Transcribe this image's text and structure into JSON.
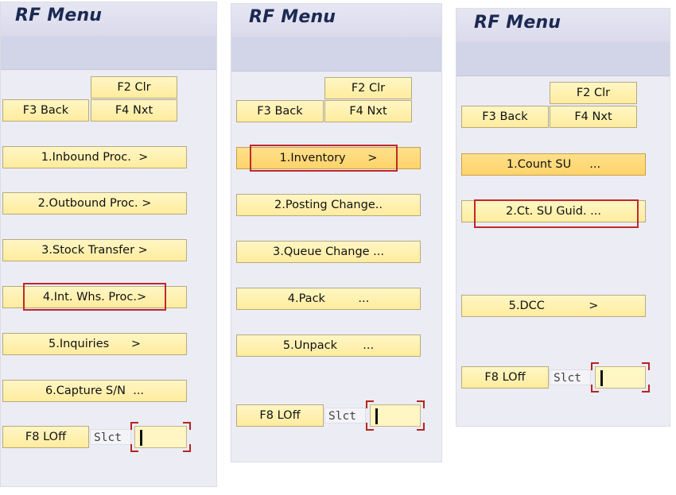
{
  "screens": [
    {
      "title": "RF Menu",
      "fkeys": {
        "f2": "F2 Clr",
        "f3": "F3 Back",
        "f4": "F4 Nxt",
        "f8": "F8 LOff"
      },
      "items": [
        "1.Inbound Proc.  >",
        "2.Outbound Proc. >",
        "3.Stock Transfer >",
        "4.Int. Whs. Proc.>",
        "5.Inquiries      >",
        "6.Capture S/N  ..."
      ],
      "select_label": "Slct",
      "select_value": ""
    },
    {
      "title": "RF Menu",
      "fkeys": {
        "f2": "F2 Clr",
        "f3": "F3 Back",
        "f4": "F4 Nxt",
        "f8": "F8 LOff"
      },
      "items": [
        "1.Inventory      >",
        "2.Posting Change..",
        "3.Queue Change ...",
        "4.Pack         ...",
        "5.Unpack       ..."
      ],
      "select_label": "Slct",
      "select_value": ""
    },
    {
      "title": "RF Menu",
      "fkeys": {
        "f2": "F2 Clr",
        "f3": "F3 Back",
        "f4": "F4 Nxt",
        "f8": "F8 LOff"
      },
      "items": [
        "1.Count SU     ...",
        "2.Ct. SU Guid. ...",
        "5.DCC            >"
      ],
      "select_label": "Slct",
      "select_value": ""
    }
  ]
}
